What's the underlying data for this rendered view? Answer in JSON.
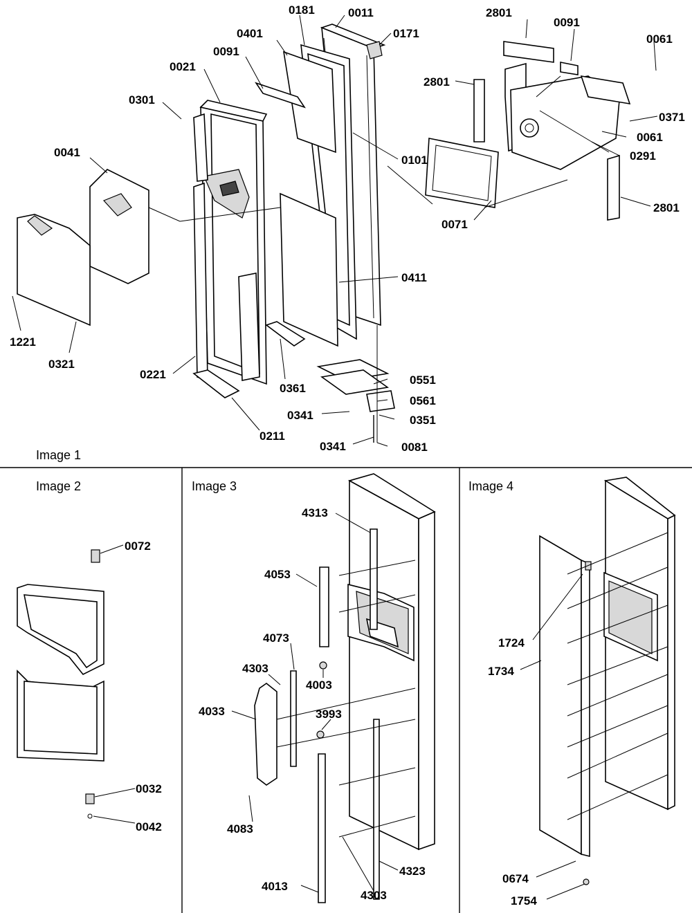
{
  "panels": [
    {
      "title": "Image 1"
    },
    {
      "title": "Image 2"
    },
    {
      "title": "Image 3"
    },
    {
      "title": "Image 4"
    }
  ],
  "image1": {
    "labels": [
      "0181",
      "0011",
      "0401",
      "0171",
      "0091",
      "0021",
      "0301",
      "0101",
      "0041",
      "0411",
      "1221",
      "0321",
      "0221",
      "0361",
      "0211",
      "0341",
      "0551",
      "0561",
      "0351",
      "0341",
      "0081",
      "2801",
      "0091",
      "0061",
      "2801",
      "0371",
      "0061",
      "0291",
      "2801",
      "0071"
    ]
  },
  "image2": {
    "labels": [
      "0072",
      "0032",
      "0042"
    ]
  },
  "image3": {
    "labels": [
      "4313",
      "4053",
      "4073",
      "4303",
      "4003",
      "4033",
      "3993",
      "4083",
      "4013",
      "4303",
      "4323"
    ]
  },
  "image4": {
    "labels": [
      "1724",
      "1734",
      "0674",
      "1754"
    ]
  }
}
